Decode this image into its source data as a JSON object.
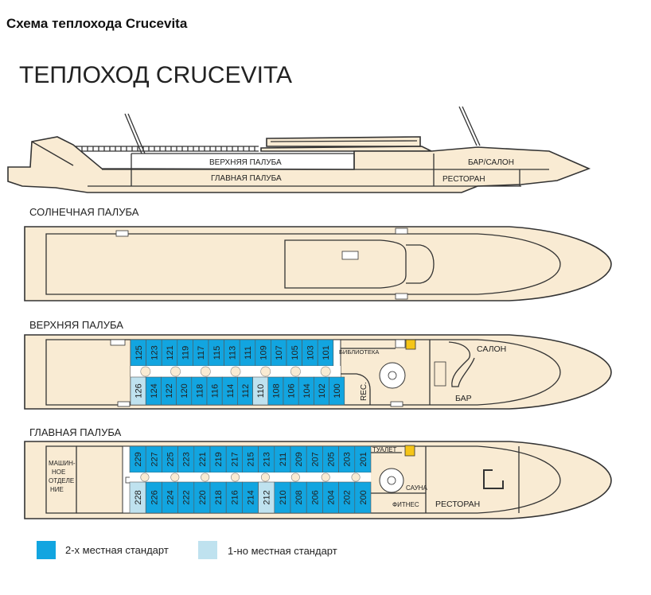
{
  "page_title": "Схема теплохода Crucevita",
  "heading": "ТЕПЛОХОД CRUCEVITA",
  "side_view": {
    "upper_deck": "ВЕРХНЯЯ ПАЛУБА",
    "main_deck": "ГЛАВНАЯ ПАЛУБА",
    "bar_salon": "БАР/САЛОН",
    "restaurant": "РЕСТОРАН"
  },
  "decks": {
    "sun": {
      "title": "СОЛНЕЧНАЯ ПАЛУБА"
    },
    "upper": {
      "title": "ВЕРХНЯЯ ПАЛУБА",
      "library": "БИБЛИОТЕКА",
      "reception": "REC.",
      "salon": "САЛОН",
      "bar": "БАР",
      "top_cabins": [
        "125",
        "123",
        "121",
        "119",
        "117",
        "115",
        "113",
        "111",
        "109",
        "107",
        "105",
        "103",
        "101"
      ],
      "bottom_cabins": [
        "126",
        "124",
        "122",
        "120",
        "118",
        "116",
        "114",
        "112",
        "110",
        "108",
        "106",
        "104",
        "102",
        "100"
      ]
    },
    "main": {
      "title": "ГЛАВНАЯ ПАЛУБА",
      "engine_room": [
        "МАШИН-",
        "НОЕ",
        "ОТДЕЛЕ",
        "НИЕ"
      ],
      "toilet": "ТУАЛЕТ",
      "sauna": "САУНА",
      "fitness": "ФИТНЕС",
      "restaurant": "РЕСТОРАН",
      "top_cabins": [
        "229",
        "227",
        "225",
        "223",
        "221",
        "219",
        "217",
        "215",
        "213",
        "211",
        "209",
        "207",
        "205",
        "203",
        "201"
      ],
      "bottom_cabins": [
        "228",
        "226",
        "224",
        "222",
        "220",
        "218",
        "216",
        "214",
        "212",
        "210",
        "208",
        "206",
        "204",
        "202",
        "200"
      ]
    }
  },
  "cabin_types": {
    "double": {
      "code": "d",
      "label": "2-х местная стандарт",
      "color": "#12a5e0"
    },
    "single": {
      "code": "s",
      "label": "1-но местная стандарт",
      "color": "#bfe2ef"
    }
  },
  "single_cabins": [
    "126",
    "110",
    "228",
    "212"
  ],
  "colors": {
    "hull": "#f9ebd3",
    "outline": "#333333",
    "stairs": "#f5c518"
  }
}
